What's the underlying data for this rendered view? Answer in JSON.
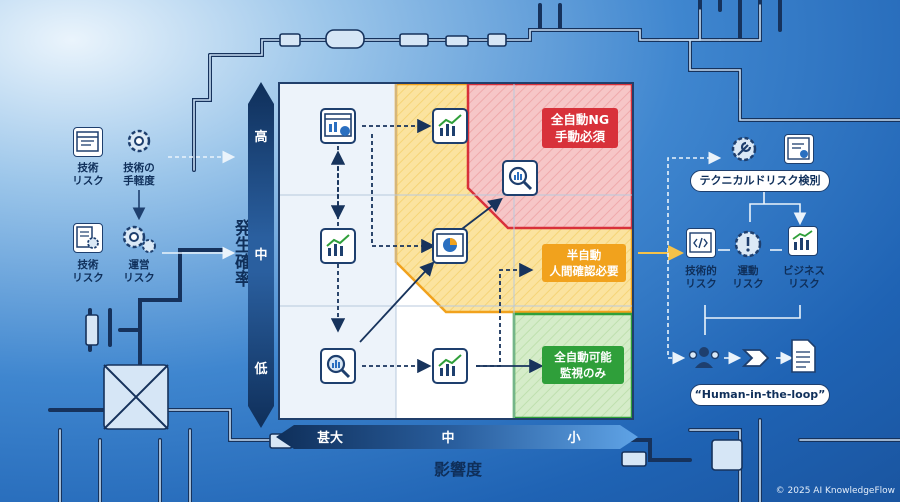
{
  "left_panel": {
    "tech_risk": "技術\nリスク",
    "tech_difficulty": "技術の\n手軽度",
    "tech_risk_2": "技術\nリスク",
    "ops_risk": "運営\nリスク"
  },
  "axis": {
    "y_title": "発生確率",
    "y_high": "高",
    "y_mid": "中",
    "y_low": "低",
    "x_title": "影響度",
    "x_large": "甚大",
    "x_mid": "中",
    "x_small": "小"
  },
  "zones": {
    "red": "全自動NG\n手動必須",
    "yellow": "半自動\n人間確認必要",
    "green": "全自動可能\n監視のみ"
  },
  "zone_colors": {
    "red": "#d8313a",
    "yellow": "#f1a21d",
    "green": "#2f9f3a"
  },
  "right_panel": {
    "detection": "テクニカルドリスク検別",
    "tech_risk": "技術的\nリスク",
    "ops_risk": "運動\nリスク",
    "biz_risk": "ビジネス\nリスク",
    "hitl": "“Human-in-the-loop”"
  },
  "footer": {
    "copyright": "© 2025 AI KnowledgeFlow"
  }
}
